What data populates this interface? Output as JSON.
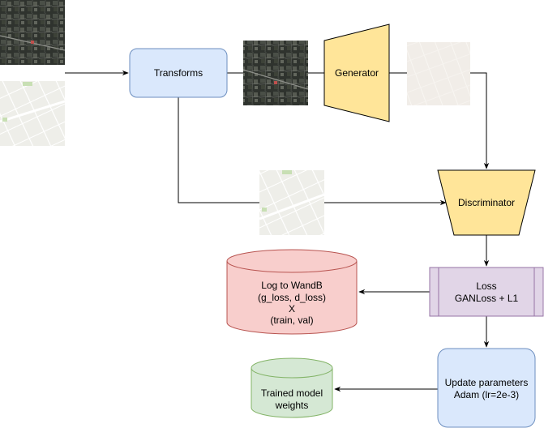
{
  "nodes": {
    "transforms": {
      "label": "Transforms"
    },
    "generator": {
      "label": "Generator"
    },
    "discriminator": {
      "label": "Discriminator"
    },
    "loss": {
      "line1": "Loss",
      "line2": "GANLoss + L1"
    },
    "wandb": {
      "line1": "Log to WandB",
      "line2": "(g_loss, d_loss)",
      "line3": "X",
      "line4": "(train, val)"
    },
    "update": {
      "line1": "Update parameters",
      "line2": "Adam (lr=2e-3)"
    },
    "weights": {
      "line1": "Trained model",
      "line2": "weights"
    }
  },
  "images": [
    {
      "name": "input-satellite-image",
      "kind": "satellite"
    },
    {
      "name": "input-map-image",
      "kind": "map"
    },
    {
      "name": "transformed-satellite-image",
      "kind": "satellite"
    },
    {
      "name": "generated-map-image",
      "kind": "generated"
    },
    {
      "name": "target-map-image",
      "kind": "map"
    }
  ],
  "colors": {
    "blue_fill": "#dae8fc",
    "blue_stroke": "#6c8ebf",
    "yellow_fill": "#ffe599",
    "yellow_stroke": "#000000",
    "purple_fill": "#e1d5e7",
    "purple_stroke": "#9673a6",
    "red_fill": "#f8cecc",
    "red_stroke": "#b85450",
    "green_fill": "#d5e8d4",
    "green_stroke": "#82b366"
  }
}
